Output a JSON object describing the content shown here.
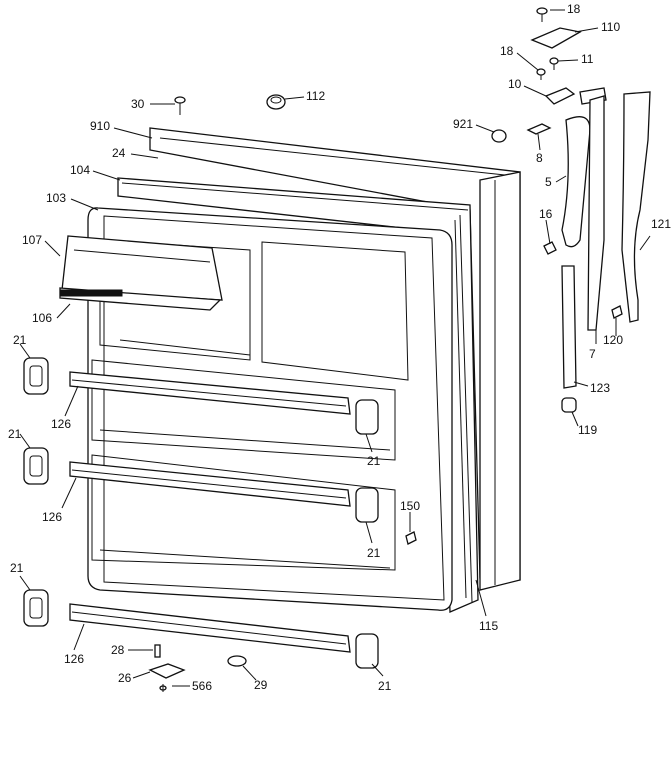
{
  "labels": {
    "l18a": "18",
    "l110": "110",
    "l18b": "18",
    "l11": "11",
    "l10": "10",
    "l30": "30",
    "l112": "112",
    "l910": "910",
    "l921": "921",
    "l8": "8",
    "l24": "24",
    "l104": "104",
    "l5": "5",
    "l103": "103",
    "l16": "16",
    "l121": "121",
    "l107": "107",
    "l106": "106",
    "l120": "120",
    "l7": "7",
    "l123": "123",
    "l21a": "21",
    "l126a": "126",
    "l21b": "21",
    "l119": "119",
    "l21c": "21",
    "l126b": "126",
    "l150": "150",
    "l21d": "21",
    "l21e": "21",
    "l115": "115",
    "l126c": "126",
    "l28": "28",
    "l26": "26",
    "l566": "566",
    "l29": "29",
    "l21f": "21"
  }
}
